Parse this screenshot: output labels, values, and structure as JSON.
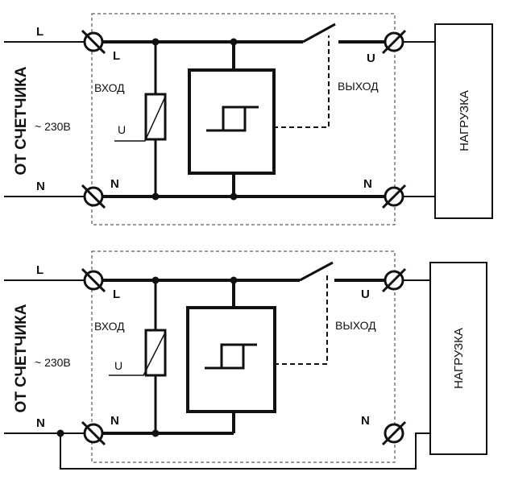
{
  "diagrams": [
    {
      "source_label": "ОТ СЧЕТЧИКА",
      "voltage": "~ 230В",
      "input_label": "ВХОД",
      "output_label": "ВЫХОД",
      "varistor_label": "U",
      "load_label": "НАГРУЗКА",
      "line_in": "L",
      "line_in_term": "L",
      "neutral_in": "N",
      "neutral_in_term": "N",
      "line_out": "U",
      "neutral_out": "N"
    },
    {
      "source_label": "ОТ СЧЕТЧИКА",
      "voltage": "~ 230В",
      "input_label": "ВХОД",
      "output_label": "ВЫХОД",
      "varistor_label": "U",
      "load_label": "НАГРУЗКА",
      "line_in": "L",
      "line_in_term": "L",
      "neutral_in": "N",
      "neutral_in_term": "N",
      "line_out": "U",
      "neutral_out": "N"
    }
  ]
}
